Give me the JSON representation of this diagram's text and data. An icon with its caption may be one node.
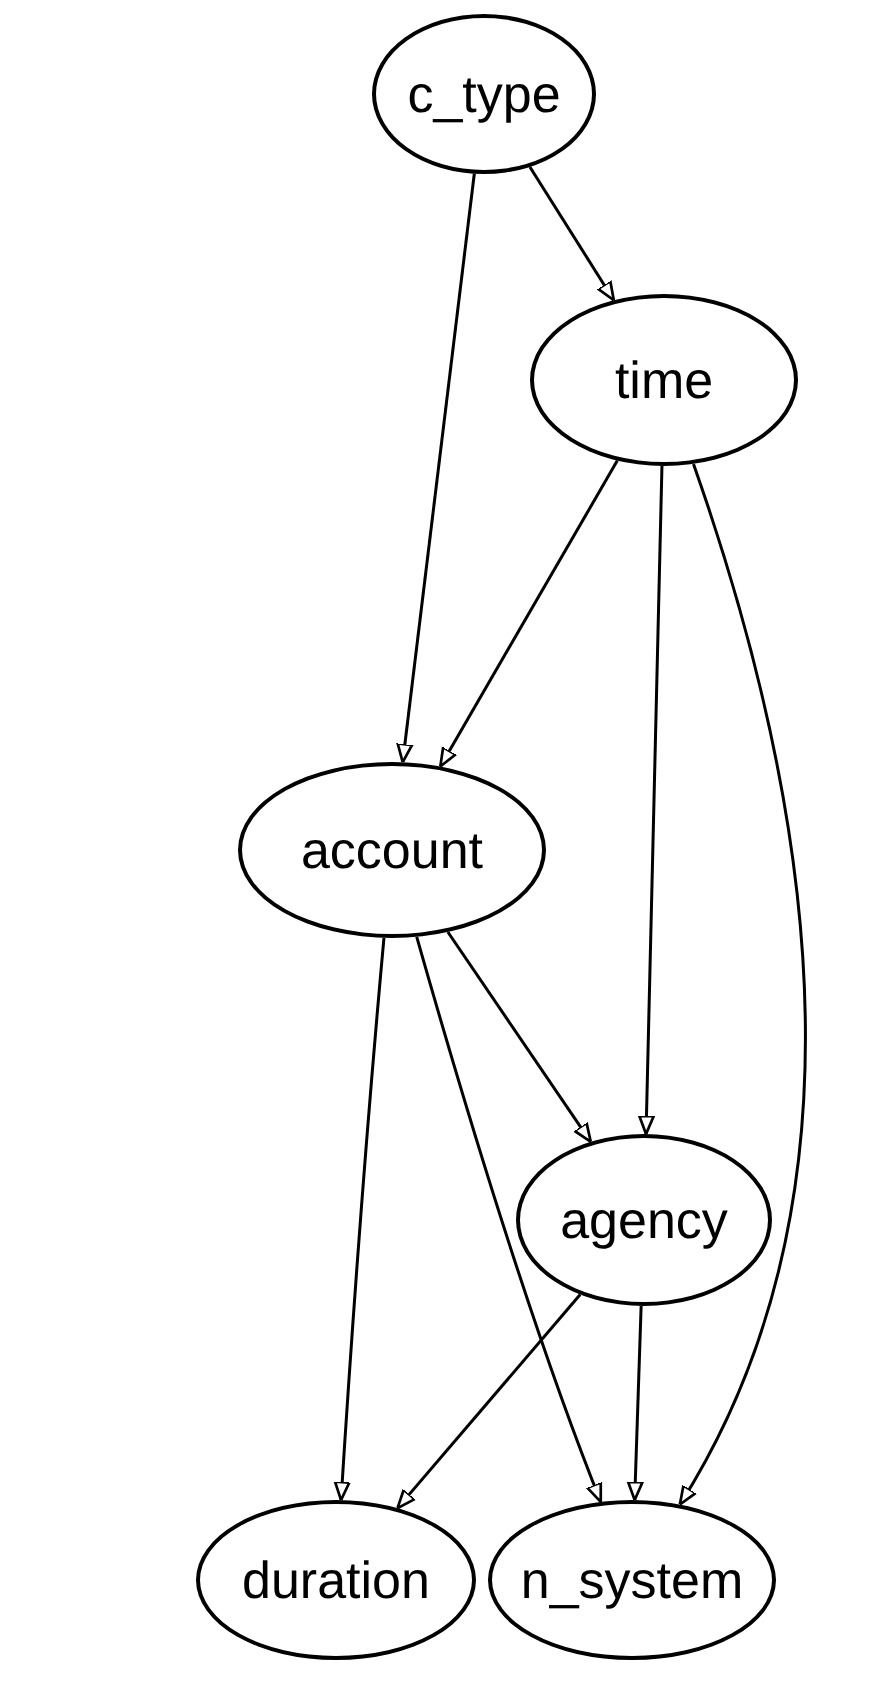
{
  "diagram": {
    "nodes": [
      {
        "text": [
          "c_type"
        ]
      },
      {
        "text": [
          "time"
        ]
      },
      {
        "text": [
          "account"
        ]
      },
      {
        "text": [
          "agency"
        ]
      },
      {
        "text": [
          "duration"
        ]
      },
      {
        "text": [
          "n_system"
        ]
      }
    ],
    "edges": [
      {
        "from": 0,
        "to": 2,
        "arrow": "to"
      },
      {
        "from": 0,
        "to": 1,
        "arrow": "to"
      },
      {
        "from": 1,
        "to": 2,
        "arrow": "to"
      },
      {
        "from": 1,
        "to": 3,
        "arrow": "to"
      },
      {
        "from": 1,
        "to": 5,
        "arrow": "to"
      },
      {
        "from": 2,
        "to": 3,
        "arrow": "to"
      },
      {
        "from": 2,
        "to": 4,
        "arrow": "to"
      },
      {
        "from": 2,
        "to": 5,
        "arrow": "to"
      },
      {
        "from": 3,
        "to": 4,
        "arrow": "to"
      },
      {
        "from": 3,
        "to": 5,
        "arrow": "to"
      }
    ]
  }
}
